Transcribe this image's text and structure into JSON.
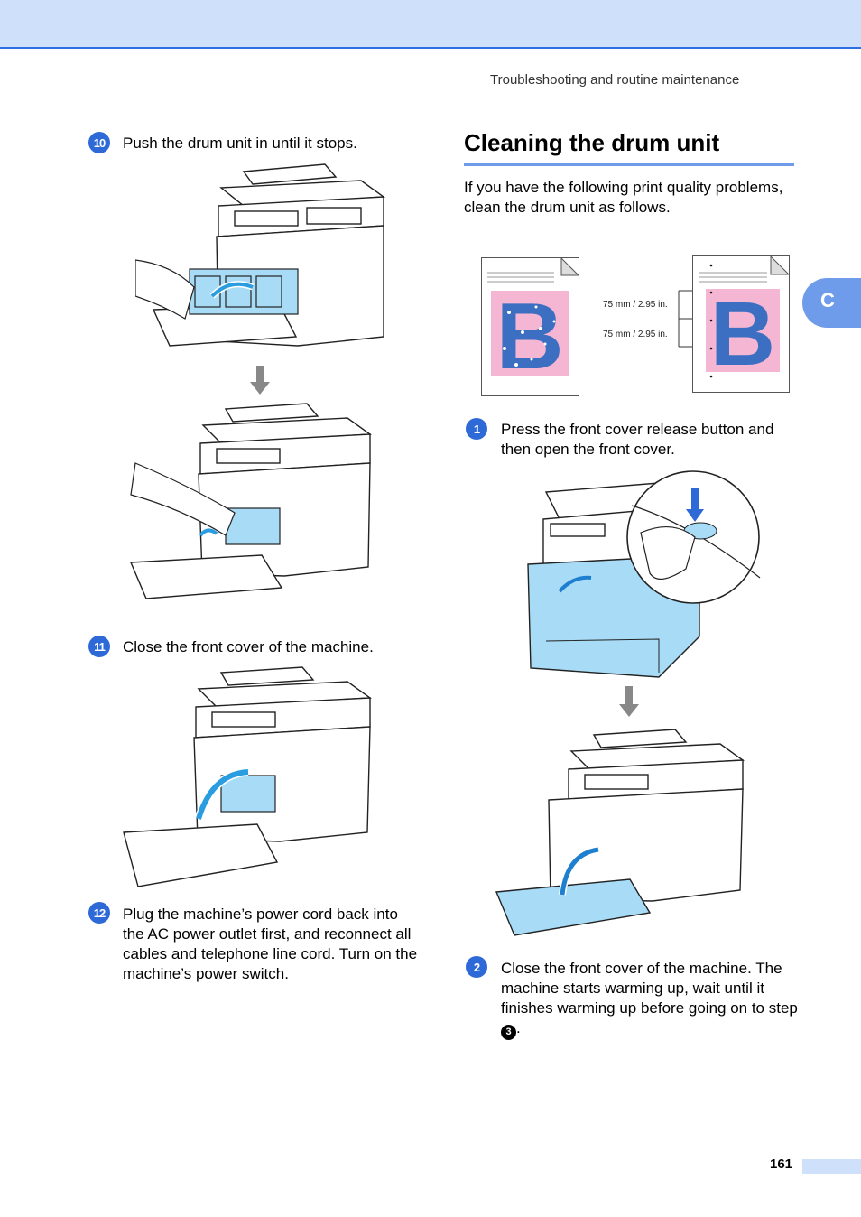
{
  "header": {
    "running_title": "Troubleshooting and routine maintenance"
  },
  "left_steps": [
    {
      "num": "10",
      "text": "Push the drum unit in until it stops."
    },
    {
      "num": "11",
      "text": "Close the front cover of the machine."
    },
    {
      "num": "12",
      "text": "Plug the machine’s power cord back into the AC power outlet first, and reconnect all cables and telephone line cord. Turn on the machine’s power switch."
    }
  ],
  "section": {
    "title": "Cleaning the drum unit",
    "intro": "If you have the following print quality problems, clean the drum unit as follows."
  },
  "sample": {
    "letter": "B",
    "dim1": "75 mm / 2.95 in.",
    "dim2": "75 mm / 2.95 in."
  },
  "right_steps": [
    {
      "num": "1",
      "text": "Press the front cover release button and then open the front cover."
    },
    {
      "num": "2",
      "text": "Close the front cover of the machine. The machine starts warming up, wait until it finishes warming up before going on to step",
      "ref": "3",
      "end": "."
    }
  ],
  "side_tab": "C",
  "footer": {
    "page_number": "161"
  },
  "colors": {
    "accent": "#2e69d8",
    "band": "#cfe0fb",
    "highlight_blue": "#a8dcf6",
    "pink": "#f4b6d2"
  }
}
